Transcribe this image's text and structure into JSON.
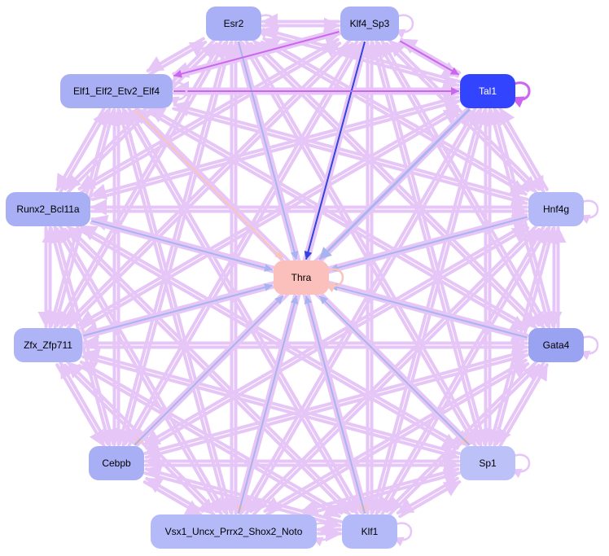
{
  "colors": {
    "edge_purple": "#e6c6f7",
    "edge_blue": "#a8b4f0",
    "edge_peach": "#f9c4bc",
    "edge_magenta": "#cc66ee",
    "edge_strong_blue": "#3344dd"
  },
  "nodes": [
    {
      "id": "esr2",
      "label": "Esr2",
      "color": "#aab0f6",
      "dark": false
    },
    {
      "id": "klf4",
      "label": "Klf4_Sp3",
      "color": "#aab0f6",
      "dark": false
    },
    {
      "id": "elf1",
      "label": "Elf1_Elf2_Etv2_Elf4",
      "color": "#a8aff4",
      "dark": false
    },
    {
      "id": "tal1",
      "label": "Tal1",
      "color": "#3344ff",
      "dark": true
    },
    {
      "id": "runx2",
      "label": "Runx2_Bcl11a",
      "color": "#a8aff4",
      "dark": false
    },
    {
      "id": "hnf4g",
      "label": "Hnf4g",
      "color": "#b4baf7",
      "dark": false
    },
    {
      "id": "thra",
      "label": "Thra",
      "color": "#fcc0bc",
      "dark": false
    },
    {
      "id": "zfx",
      "label": "Zfx_Zfp711",
      "color": "#aeb4f6",
      "dark": false
    },
    {
      "id": "gata4",
      "label": "Gata4",
      "color": "#9aa2f2",
      "dark": false
    },
    {
      "id": "cebpb",
      "label": "Cebpb",
      "color": "#a8aff4",
      "dark": false
    },
    {
      "id": "sp1",
      "label": "Sp1",
      "color": "#bcc1f8",
      "dark": false
    },
    {
      "id": "vsx1",
      "label": "Vsx1_Uncx_Prrx2_Shox2_Noto",
      "color": "#b4baf7",
      "dark": false
    },
    {
      "id": "klf1",
      "label": "Klf1",
      "color": "#b4baf7",
      "dark": false
    }
  ],
  "self_loops": [
    "klf4",
    "tal1",
    "hnf4g",
    "thra",
    "gata4",
    "sp1",
    "vsx1",
    "klf1",
    "esr2",
    "elf1"
  ],
  "highlight_edges": [
    {
      "from": "klf4",
      "to": "thra",
      "color": "#3344dd",
      "width": 2
    },
    {
      "from": "tal1",
      "to": "thra",
      "color": "#a8b4f0",
      "width": 3
    },
    {
      "from": "esr2",
      "to": "thra",
      "color": "#a8b4f0",
      "width": 2
    },
    {
      "from": "runx2",
      "to": "thra",
      "color": "#a8b4f0",
      "width": 2
    },
    {
      "from": "zfx",
      "to": "thra",
      "color": "#a8b4f0",
      "width": 2
    },
    {
      "from": "gata4",
      "to": "thra",
      "color": "#a8b4f0",
      "width": 2
    },
    {
      "from": "hnf4g",
      "to": "thra",
      "color": "#a8b4f0",
      "width": 2
    },
    {
      "from": "elf1",
      "to": "thra",
      "color": "#f9c4bc",
      "width": 2
    },
    {
      "from": "thra",
      "to": "cebpb",
      "color": "#f9c4bc",
      "width": 2
    },
    {
      "from": "thra",
      "to": "vsx1",
      "color": "#f9c4bc",
      "width": 2
    },
    {
      "from": "thra",
      "to": "klf1",
      "color": "#f9c4bc",
      "width": 2
    },
    {
      "from": "thra",
      "to": "sp1",
      "color": "#f9c4bc",
      "width": 2
    },
    {
      "from": "sp1",
      "to": "thra",
      "color": "#a8b4f0",
      "width": 2
    },
    {
      "from": "klf1",
      "to": "thra",
      "color": "#a8b4f0",
      "width": 2
    },
    {
      "from": "vsx1",
      "to": "thra",
      "color": "#a8b4f0",
      "width": 2
    },
    {
      "from": "cebpb",
      "to": "thra",
      "color": "#a8b4f0",
      "width": 2
    },
    {
      "from": "klf4",
      "to": "elf1",
      "color": "#cc66ee",
      "width": 2
    },
    {
      "from": "klf4",
      "to": "tal1",
      "color": "#cc66ee",
      "width": 2
    },
    {
      "from": "elf1",
      "to": "tal1",
      "color": "#cc66ee",
      "width": 2
    }
  ]
}
